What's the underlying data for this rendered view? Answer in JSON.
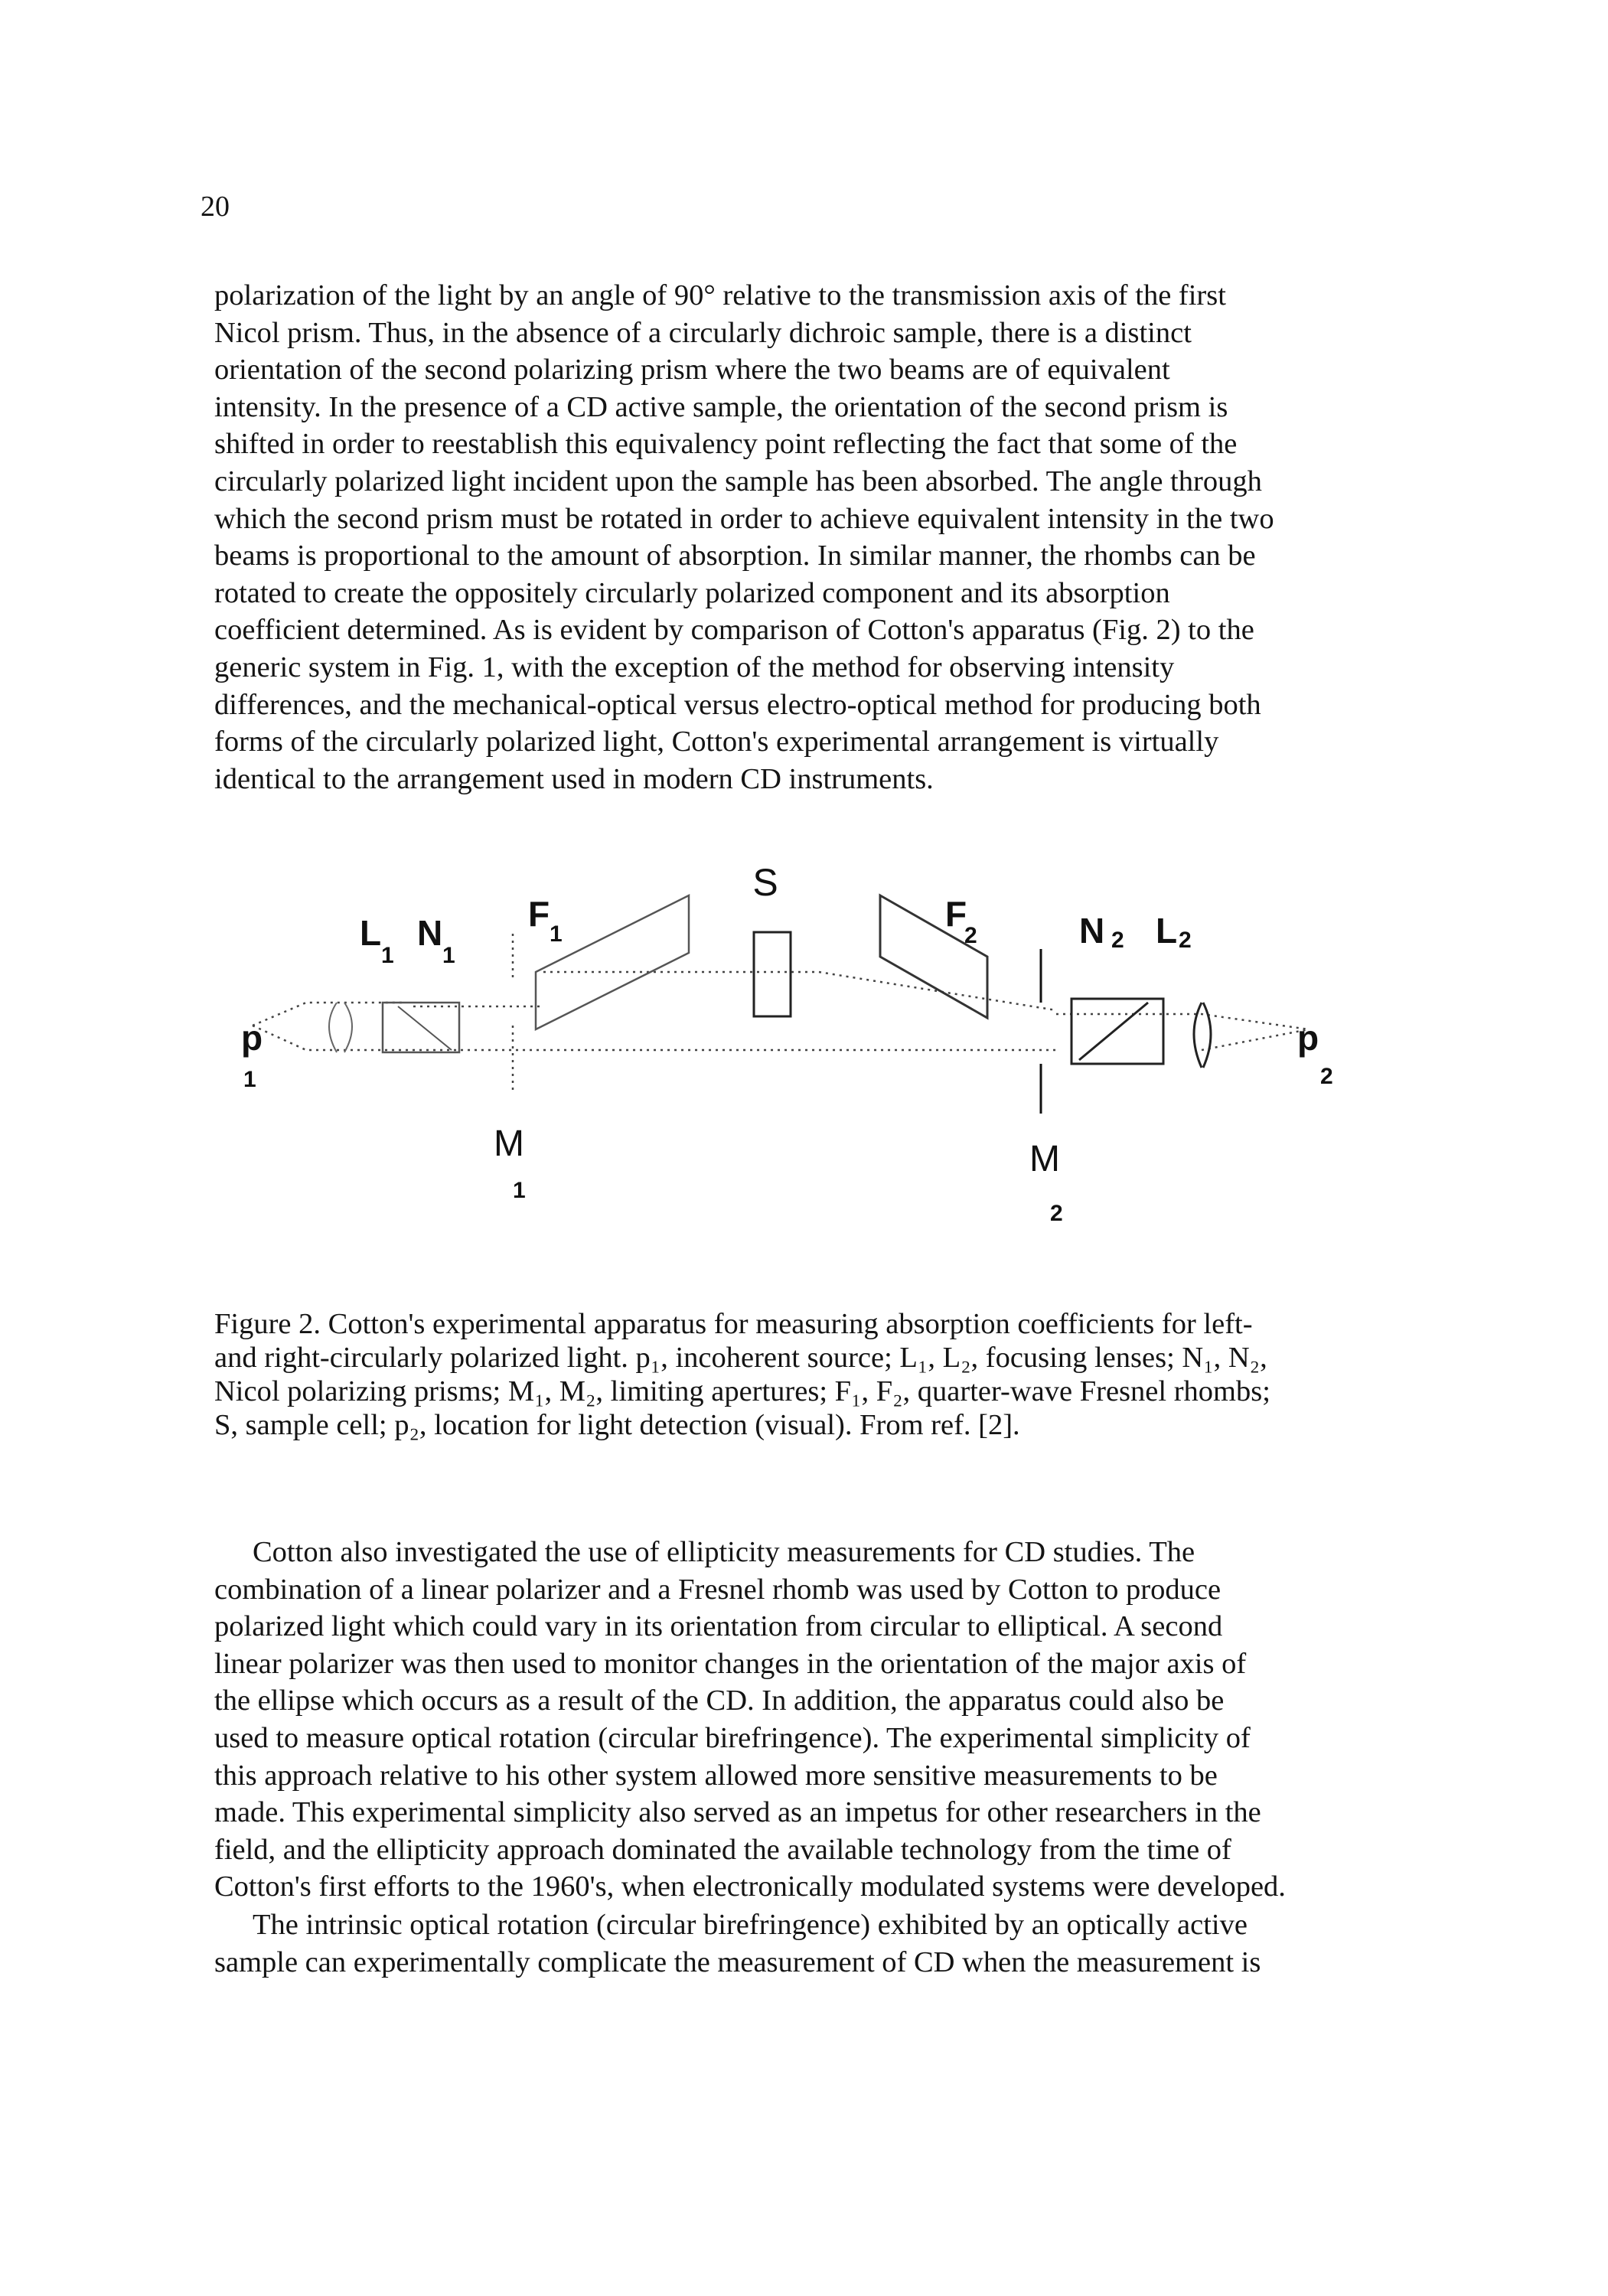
{
  "page": {
    "number": "20"
  },
  "paragraph1": [
    "polarization of the light by an angle of 90° relative to the transmission axis of the first",
    "Nicol prism. Thus, in the absence of a circularly dichroic sample, there is a distinct",
    "orientation of the second polarizing prism where the two beams are of equivalent",
    "intensity. In the presence of a CD active sample, the orientation of the second prism is",
    "shifted in order to reestablish this equivalency point reflecting the fact that some of the",
    "circularly polarized light incident upon the sample has been absorbed. The angle through",
    "which the second prism must be rotated in order to achieve equivalent intensity in the two",
    "beams is proportional to the amount of absorption. In similar manner, the rhombs can be",
    "rotated to create the oppositely circularly polarized component and its absorption",
    "coefficient determined. As is evident by comparison of Cotton's apparatus (Fig. 2) to the",
    "generic system in Fig. 1, with the exception of the method for observing intensity",
    "differences, and the mechanical-optical versus electro-optical method for producing both",
    "forms of the circularly polarized light, Cotton's experimental arrangement is virtually",
    "identical to the arrangement used in modern CD instruments."
  ],
  "figure": {
    "labels": {
      "S": "S",
      "L1": "L",
      "L1_sub": "1",
      "N1": "N",
      "N1_sub": "1",
      "F1": "F",
      "F1_sub": "1",
      "F2": "F",
      "F2_sub": "2",
      "N2": "N",
      "N2_sub": "2",
      "L2": "L",
      "L2_sub": "2",
      "p1": "p",
      "p1_sub": "1",
      "p2": "p",
      "p2_sub": "2",
      "M1": "M",
      "M1_sub": "1",
      "M2": "M",
      "M2_sub": "2"
    }
  },
  "caption": [
    "Figure 2. Cotton's experimental apparatus for measuring absorption coefficients for left-",
    "and right-circularly polarized light. p₁, incoherent source; L₁, L₂, focusing lenses; N₁, N₂,",
    "Nicol polarizing prisms; M₁, M₂, limiting apertures; F₁, F₂, quarter-wave Fresnel rhombs;",
    "S, sample cell; p₂, location for light detection (visual). From ref. [2]."
  ],
  "paragraph2": [
    "Cotton also investigated the use of ellipticity measurements for CD studies. The",
    "combination of a linear polarizer and a Fresnel rhomb was used by Cotton to produce",
    "polarized light which could vary in its orientation from circular to elliptical. A second",
    "linear polarizer was then used to monitor changes in the orientation of the major axis of",
    "the ellipse which occurs as a result of the CD. In addition, the apparatus could also be",
    "used to measure optical rotation (circular birefringence). The experimental simplicity of",
    "this approach relative to his other system allowed more sensitive measurements to be",
    "made. This experimental simplicity also served as an impetus for other researchers in the",
    "field, and the ellipticity approach dominated the available technology from the time of",
    "Cotton's first efforts to the 1960's, when electronically modulated systems were developed."
  ],
  "paragraph3": [
    "The intrinsic optical rotation (circular birefringence) exhibited by an optically active",
    "sample can experimentally complicate the measurement of CD when the measurement is"
  ]
}
